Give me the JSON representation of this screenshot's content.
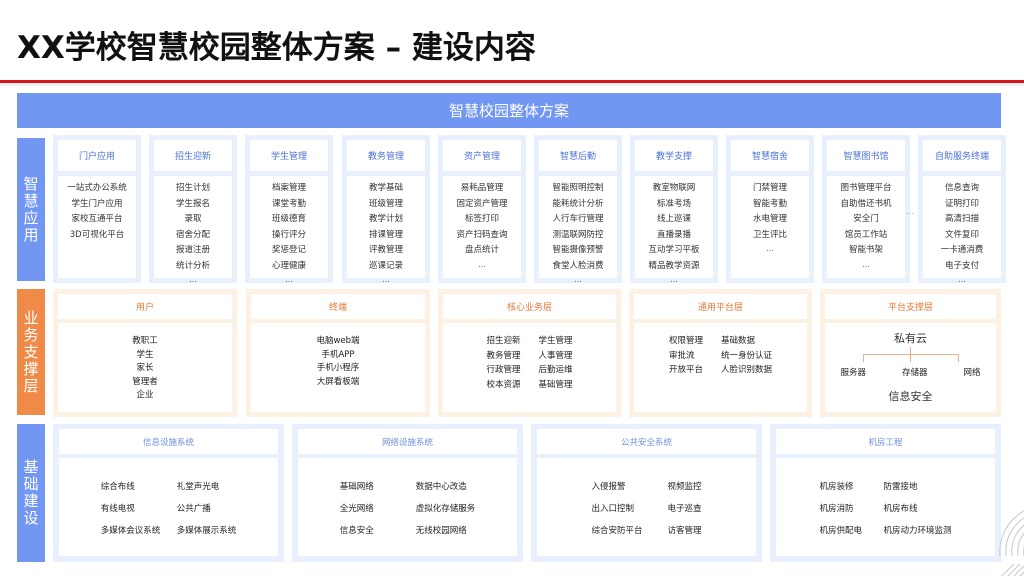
{
  "page": {
    "title": "XX学校智慧校园整体方案 – 建设内容"
  },
  "banner": {
    "label": "智慧校园整体方案"
  },
  "colors": {
    "accent_red": "#d8141b",
    "layer_blue": "#7297f3",
    "layer_orange": "#f08a49",
    "card_blue_bg": "#e8effd",
    "card_orange_bg": "#fdf1e3",
    "heading_blue": "#4c72d8",
    "heading_orange": "#e07a3a"
  },
  "layers": {
    "smart_apps": {
      "label": "智慧应用",
      "between_ellipsis": "...",
      "cards": [
        {
          "title": "门户应用",
          "items": [
            "一站式办公系统",
            "学生门户应用",
            "家校互通平台",
            "3D可视化平台"
          ],
          "more": ""
        },
        {
          "title": "招生迎新",
          "items": [
            "招生计划",
            "学生报名",
            "录取",
            "宿舍分配",
            "报道注册",
            "统计分析"
          ],
          "more": "..."
        },
        {
          "title": "学生管理",
          "items": [
            "档案管理",
            "课堂考勤",
            "班级德育",
            "操行评分",
            "奖惩登记",
            "心理健康"
          ],
          "more": "..."
        },
        {
          "title": "教务管理",
          "items": [
            "教学基础",
            "班级管理",
            "教学计划",
            "排课管理",
            "评教管理",
            "巡课记录"
          ],
          "more": "..."
        },
        {
          "title": "资产管理",
          "items": [
            "易耗品管理",
            "固定资产管理",
            "标签打印",
            "资产扫码查询",
            "盘点统计"
          ],
          "more": "..."
        },
        {
          "title": "智慧后勤",
          "items": [
            "智能照明控制",
            "能耗统计分析",
            "人行车行管理",
            "测温联网防控",
            "智能摄像预警",
            "食堂人脸消费"
          ],
          "more": "..."
        },
        {
          "title": "教学支撑",
          "items": [
            "教室物联网",
            "标准考场",
            "线上巡课",
            "直播录播",
            "互动学习平板",
            "精品教学资源"
          ],
          "more": "..."
        },
        {
          "title": "智慧宿舍",
          "items": [
            "门禁管理",
            "智能考勤",
            "水电管理",
            "卫生评比"
          ],
          "more": "..."
        },
        {
          "title": "智慧图书馆",
          "items": [
            "图书管理平台",
            "自助借还书机",
            "安全门",
            "馆员工作站",
            "智能书架"
          ],
          "more": "..."
        },
        {
          "title": "自助服务终端",
          "items": [
            "信息查询",
            "证明打印",
            "高清扫描",
            "文件复印",
            "一卡通消费",
            "电子支付"
          ],
          "more": "..."
        }
      ]
    },
    "business_support": {
      "label": "业务支撑层",
      "users": {
        "title": "用户",
        "items": [
          "教职工",
          "学生",
          "家长",
          "管理者",
          "企业"
        ]
      },
      "terminals": {
        "title": "终端",
        "items": [
          "电脑web端",
          "手机APP",
          "手机小程序",
          "大屏看板端"
        ]
      },
      "core_business": {
        "title": "核心业务层",
        "col1": [
          "招生迎新",
          "教务管理",
          "行政管理",
          "校本资源"
        ],
        "col2": [
          "学生管理",
          "人事管理",
          "后勤运维",
          "基础管理"
        ]
      },
      "common_platform": {
        "title": "通用平台层",
        "col1": [
          "权限管理",
          "审批流",
          "开放平台"
        ],
        "col2": [
          "基础数据",
          "统一身份认证",
          "人脸识别数据"
        ]
      },
      "platform_support": {
        "title": "平台支撑层",
        "root": "私有云",
        "nodes": [
          "服务器",
          "存储器",
          "网络"
        ],
        "footer": "信息安全"
      }
    },
    "infrastructure": {
      "label": "基础建设",
      "cards": [
        {
          "title": "信息设施系统",
          "col1": [
            "综合布线",
            "有线电视",
            "多媒体会议系统"
          ],
          "col2": [
            "礼堂声光电",
            "公共广播",
            "多媒体展示系统"
          ]
        },
        {
          "title": "网络设施系统",
          "col1": [
            "基础网络",
            "全光网络",
            "信息安全"
          ],
          "col2": [
            "数据中心改造",
            "虚拟化存储服务",
            "无线校园网络"
          ]
        },
        {
          "title": "公共安全系统",
          "col1": [
            "入侵报警",
            "出入口控制",
            "综合安防平台"
          ],
          "col2": [
            "视频监控",
            "电子巡查",
            "访客管理"
          ]
        },
        {
          "title": "机房工程",
          "col1": [
            "机房装修",
            "机房消防",
            "机房供配电"
          ],
          "col2": [
            "防雷接地",
            "机房布线",
            "机房动力环境监测"
          ]
        }
      ]
    }
  }
}
